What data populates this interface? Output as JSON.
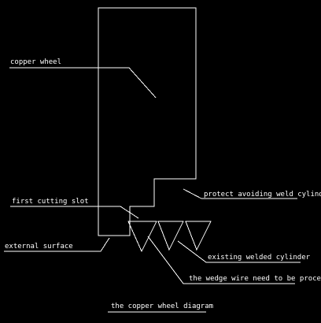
{
  "labels": {
    "copper_wheel": "copper wheel",
    "protect_slot": "protect avoiding weld cylinder slot",
    "first_cutting_slot": "first cutting slot",
    "external_surface": "external surface",
    "existing_welded_cylinder": "existing welded cylinder",
    "wedge_wire": "the wedge wire need to be processed",
    "caption": "the copper wheel diagram"
  },
  "colors": {
    "background": "#000000",
    "lines": "#ffffff"
  }
}
